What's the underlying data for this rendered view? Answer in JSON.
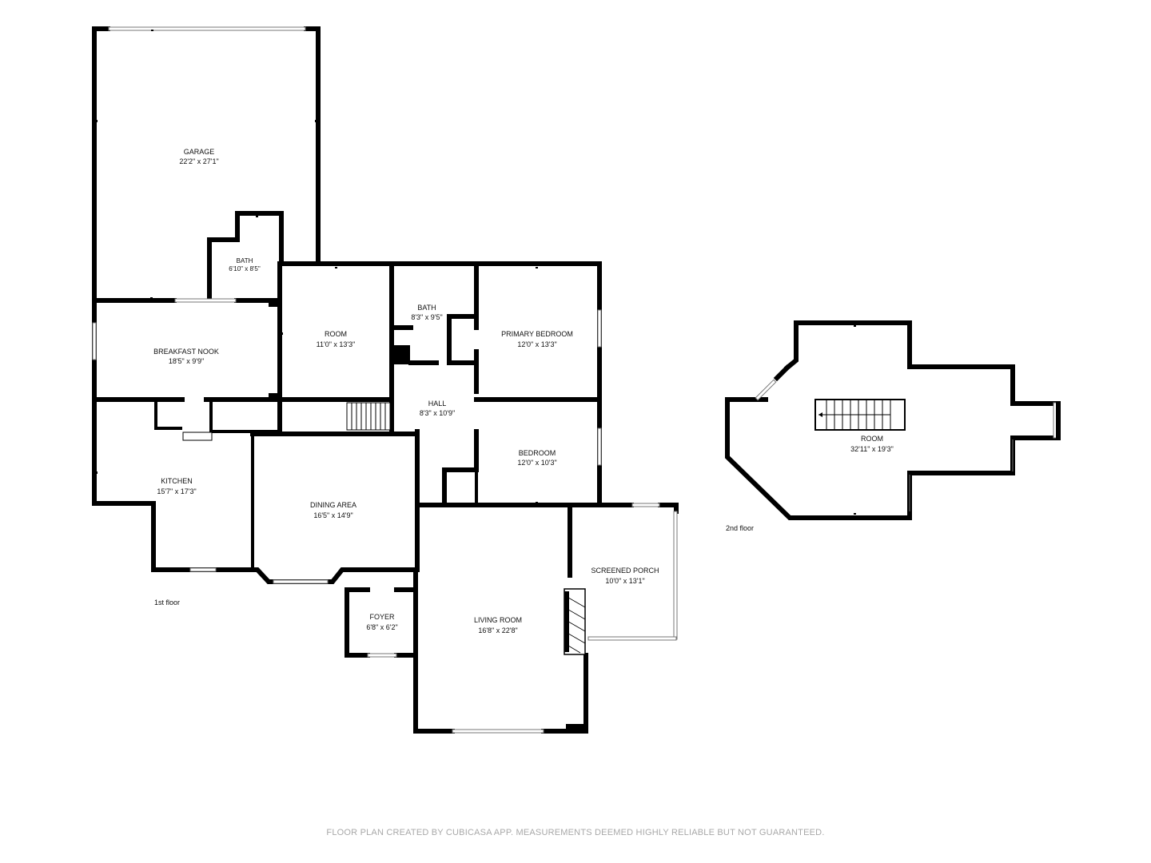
{
  "floors": [
    {
      "label": "1st floor",
      "rooms": [
        {
          "name": "GARAGE",
          "dims": "22'2\" x 27'1\""
        },
        {
          "name": "BATH",
          "dims": "6'10\" x 8'5\""
        },
        {
          "name": "BREAKFAST NOOK",
          "dims": "18'5\" x 9'9\""
        },
        {
          "name": "ROOM",
          "dims": "11'0\" x 13'3\""
        },
        {
          "name": "BATH",
          "dims": "8'3\" x 9'5\""
        },
        {
          "name": "PRIMARY BEDROOM",
          "dims": "12'0\" x 13'3\""
        },
        {
          "name": "HALL",
          "dims": "8'3\" x 10'9\""
        },
        {
          "name": "BEDROOM",
          "dims": "12'0\" x 10'3\""
        },
        {
          "name": "KITCHEN",
          "dims": "15'7\" x 17'3\""
        },
        {
          "name": "DINING AREA",
          "dims": "16'5\" x 14'9\""
        },
        {
          "name": "SCREENED PORCH",
          "dims": "10'0\" x 13'1\""
        },
        {
          "name": "FOYER",
          "dims": "6'8\" x 6'2\""
        },
        {
          "name": "LIVING ROOM",
          "dims": "16'8\" x 22'8\""
        }
      ]
    },
    {
      "label": "2nd floor",
      "rooms": [
        {
          "name": "ROOM",
          "dims": "32'11\" x 19'3\""
        }
      ]
    }
  ],
  "footer": "FLOOR PLAN CREATED BY CUBICASA APP. MEASUREMENTS DEEMED HIGHLY RELIABLE BUT NOT GUARANTEED."
}
